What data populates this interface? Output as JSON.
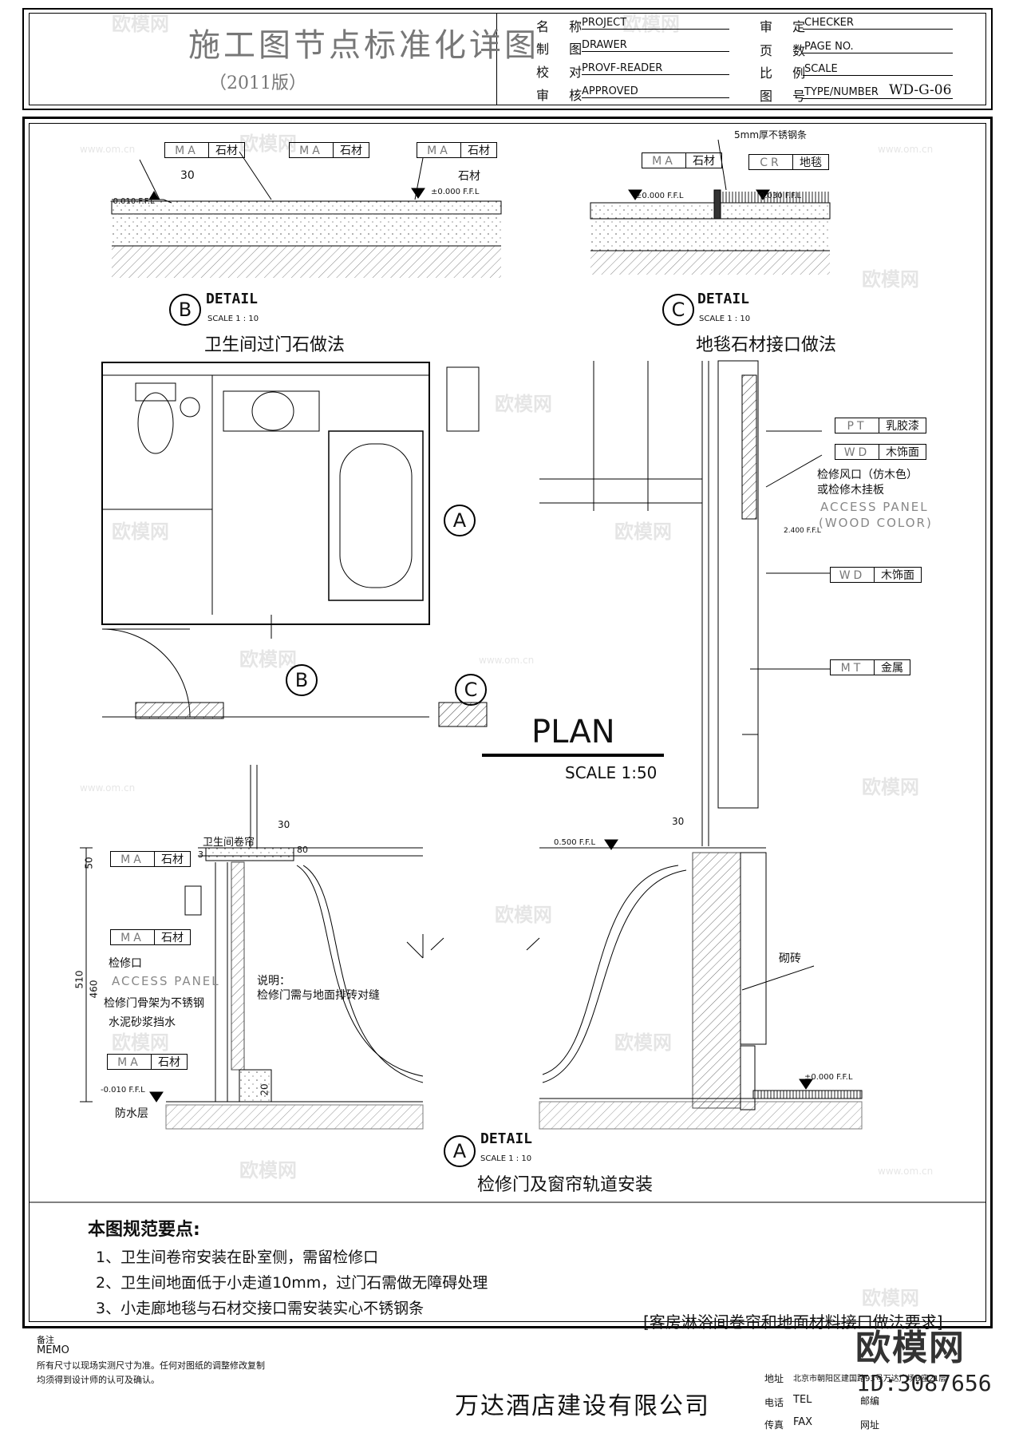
{
  "title_block": {
    "title": "施工图节点标准化详图",
    "edition": "（2011版）",
    "rows": [
      {
        "cn": "名 称",
        "en": "PROJECT",
        "value": ""
      },
      {
        "cn": "制 图",
        "en": "DRAWER",
        "value": ""
      },
      {
        "cn": "校 对",
        "en": "PROVF-READER",
        "value": ""
      },
      {
        "cn": "审 核",
        "en": "APPROVED",
        "value": ""
      }
    ],
    "rows_right": [
      {
        "cn": "审 定",
        "en": "CHECKER",
        "value": ""
      },
      {
        "cn": "页 数",
        "en": "PAGE NO.",
        "value": ""
      },
      {
        "cn": "比 例",
        "en": "SCALE",
        "value": ""
      },
      {
        "cn": "图 号",
        "en": "TYPE/NUMBER",
        "value": "WD-G-06"
      }
    ]
  },
  "detail_b": {
    "letter": "B",
    "head": "DETAIL",
    "scale": "SCALE  1 : 10",
    "name": "卫生间过门石做法",
    "tags": [
      {
        "code": "MA",
        "mat": "石材"
      },
      {
        "code": "MA",
        "mat": "石材"
      },
      {
        "code": "MA",
        "mat": "石材"
      }
    ],
    "extra_label": "石材",
    "dim": "30",
    "lvl_left": "-0.010 F.F.L",
    "lvl_right": "±0.000 F.F.L"
  },
  "detail_c": {
    "letter": "C",
    "head": "DETAIL",
    "scale": "SCALE  1 : 10",
    "name": "地毯石材接口做法",
    "note_top": "5mm厚不锈钢条",
    "tags": [
      {
        "code": "MA",
        "mat": "石材"
      },
      {
        "code": "CR",
        "mat": "地毯"
      }
    ],
    "lvl_left": "±0.000 F.F.L",
    "lvl_right": "0.030 F.F.L"
  },
  "plan": {
    "title": "PLAN",
    "scale": "SCALE    1:50",
    "markers": [
      {
        "letter": "A"
      },
      {
        "letter": "B"
      },
      {
        "letter": "C"
      }
    ]
  },
  "right_section": {
    "tags": [
      {
        "code": "PT",
        "mat": "乳胶漆"
      },
      {
        "code": "WD",
        "mat": "木饰面"
      },
      {
        "code": "WD",
        "mat": "木饰面"
      },
      {
        "code": "MT",
        "mat": "金属"
      }
    ],
    "note_cn1": "检修风口（仿木色）",
    "note_cn2": "或检修木挂板",
    "note_en1": "ACCESS PANEL",
    "note_en2": "(WOOD COLOR)",
    "lvl": "2.400 F.F.L"
  },
  "detail_a": {
    "letter": "A",
    "head": "DETAIL",
    "scale": "SCALE  1 : 10",
    "name": "检修门及窗帘轨道安装",
    "tags": [
      {
        "code": "MA",
        "mat": "石材"
      },
      {
        "code": "MA",
        "mat": "石材"
      },
      {
        "code": "MA",
        "mat": "石材"
      }
    ],
    "notes": {
      "access": "检修口",
      "access_en": "ACCESS PANEL",
      "frame": "检修门骨架为不锈钢",
      "mortar": "水泥砂浆挡水",
      "waterproof": "防水层",
      "explain_title": "说明：",
      "explain": "检修门需与地面排砖对缝",
      "brick": "砌砖",
      "curtain": "卫生间卷帘"
    },
    "dims": {
      "d50": "50",
      "d510": "510",
      "d460": "460",
      "d30a": "30",
      "d30b": "30",
      "d20": "20",
      "d3": "3",
      "d80": "80"
    },
    "lvl_a": "-0.010 F.F.L",
    "lvl_b": "0.500 F.F.L",
    "lvl_c": "±0.000 F.F.L"
  },
  "memo": {
    "heading": "本图规范要点:",
    "items": [
      "1、卫生间卷帘安装在卧室侧，需留检修口",
      "2、卫生间地面低于小走道10mm，过门石需做无障碍处理",
      "3、小走廊地毯与石材交接口需安装实心不锈钢条"
    ],
    "caption": "[客房淋浴间卷帘和地面材料接口做法要求]"
  },
  "footer": {
    "note_cn": "备注",
    "note_en": "MEMO",
    "note_line1": "所有尺寸以现场实测尺寸为准。任何对图纸的调整修改复制",
    "note_line2": "均须得到设计师的认可及确认。",
    "company": "万达酒店建设有限公司",
    "addr_label": "地址",
    "addr": "北京市朝阳区建国路93号万达广场B座21层",
    "tel_label": "电话",
    "tel": "TEL",
    "mail": "邮编",
    "fax_label": "传真",
    "fax": "FAX",
    "web": "网址"
  },
  "watermark": {
    "logo": "欧模网",
    "id": "ID:3087656",
    "small": "www.om.cn"
  }
}
